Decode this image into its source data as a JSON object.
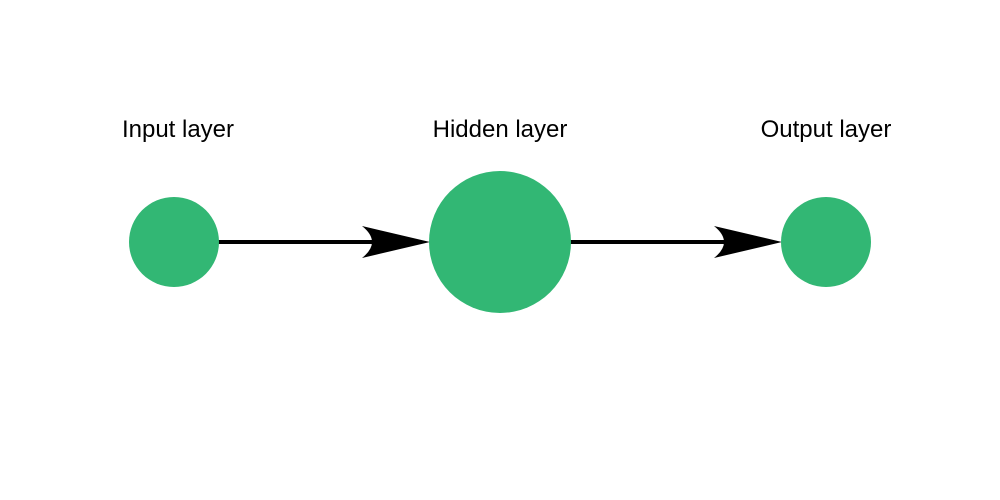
{
  "diagram": {
    "node_color": "#32b774",
    "edge_color": "#000000",
    "layers": [
      {
        "id": "input",
        "label": "Input layer"
      },
      {
        "id": "hidden",
        "label": "Hidden layer"
      },
      {
        "id": "output",
        "label": "Output layer"
      }
    ],
    "edges": [
      {
        "from": "input",
        "to": "hidden"
      },
      {
        "from": "hidden",
        "to": "output"
      }
    ]
  }
}
